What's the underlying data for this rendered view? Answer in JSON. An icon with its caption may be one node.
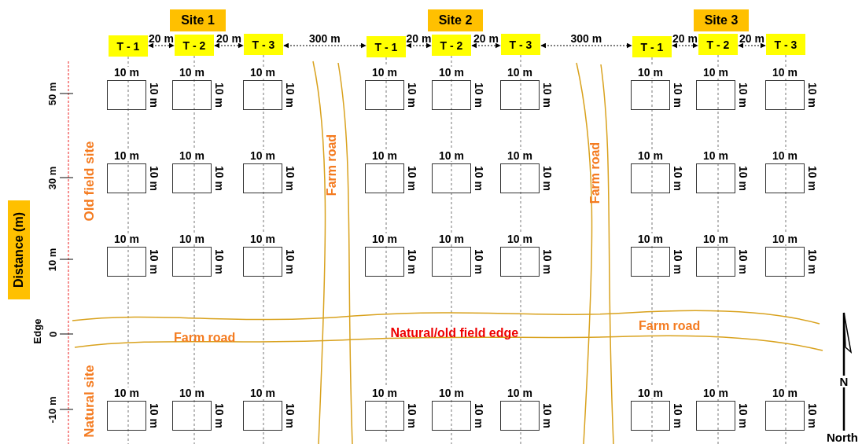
{
  "diagram": {
    "nodes": [
      {
        "text": [
          "Site 1"
        ]
      },
      {
        "text": [
          "Site 2"
        ]
      },
      {
        "text": [
          "Site 3"
        ]
      },
      {
        "text": [
          "T - 1"
        ]
      },
      {
        "text": [
          "T - 2"
        ]
      },
      {
        "text": [
          "T - 3"
        ]
      },
      {
        "text": [
          "T - 1"
        ]
      },
      {
        "text": [
          "T - 2"
        ]
      },
      {
        "text": [
          "T - 3"
        ]
      },
      {
        "text": [
          "T - 1"
        ]
      },
      {
        "text": [
          "T - 2"
        ]
      },
      {
        "text": [
          "T - 3"
        ]
      },
      {
        "text": [
          "Distance (m)"
        ]
      },
      {
        "text": [],
        "shape": "box",
        "beside": [
          "10 m",
          "10 m"
        ]
      },
      {
        "text": [],
        "shape": "box",
        "beside": [
          "10 m",
          "10 m"
        ]
      },
      {
        "text": [],
        "shape": "box",
        "beside": [
          "10 m",
          "10 m"
        ]
      },
      {
        "text": [],
        "shape": "box",
        "beside": [
          "10 m",
          "10 m"
        ]
      },
      {
        "text": [],
        "shape": "box",
        "beside": [
          "10 m",
          "10 m"
        ]
      },
      {
        "text": [],
        "shape": "box",
        "beside": [
          "10 m",
          "10 m"
        ]
      },
      {
        "text": [],
        "shape": "box",
        "beside": [
          "10 m",
          "10 m"
        ]
      },
      {
        "text": [],
        "shape": "box",
        "beside": [
          "10 m",
          "10 m"
        ]
      },
      {
        "text": [],
        "shape": "box",
        "beside": [
          "10 m",
          "10 m"
        ]
      },
      {
        "text": [],
        "shape": "box",
        "beside": [
          "10 m",
          "10 m"
        ]
      },
      {
        "text": [],
        "shape": "box",
        "beside": [
          "10 m",
          "10 m"
        ]
      },
      {
        "text": [],
        "shape": "box",
        "beside": [
          "10 m",
          "10 m"
        ]
      },
      {
        "text": [],
        "shape": "box",
        "beside": [
          "10 m",
          "10 m"
        ]
      },
      {
        "text": [],
        "shape": "box",
        "beside": [
          "10 m",
          "10 m"
        ]
      },
      {
        "text": [],
        "shape": "box",
        "beside": [
          "10 m",
          "10 m"
        ]
      },
      {
        "text": [],
        "shape": "box",
        "beside": [
          "10 m",
          "10 m"
        ]
      },
      {
        "text": [],
        "shape": "box",
        "beside": [
          "10 m",
          "10 m"
        ]
      },
      {
        "text": [],
        "shape": "box",
        "beside": [
          "10 m",
          "10 m"
        ]
      },
      {
        "text": [],
        "shape": "box",
        "beside": [
          "10 m",
          "10 m"
        ]
      },
      {
        "text": [],
        "shape": "box",
        "beside": [
          "10 m",
          "10 m"
        ]
      },
      {
        "text": [],
        "shape": "box",
        "beside": [
          "10 m",
          "10 m"
        ]
      },
      {
        "text": [],
        "shape": "box",
        "beside": [
          "10 m",
          "10 m"
        ]
      },
      {
        "text": [],
        "shape": "box",
        "beside": [
          "10 m",
          "10 m"
        ]
      },
      {
        "text": [],
        "shape": "box",
        "beside": [
          "10 m",
          "10 m"
        ]
      },
      {
        "text": [],
        "shape": "box",
        "beside": [
          "10 m",
          "10 m"
        ]
      },
      {
        "text": [],
        "shape": "box",
        "beside": [
          "10 m",
          "10 m"
        ]
      },
      {
        "text": [],
        "shape": "box",
        "beside": [
          "10 m",
          "10 m"
        ]
      },
      {
        "text": [],
        "shape": "box",
        "beside": [
          "10 m",
          "10 m"
        ]
      },
      {
        "text": [],
        "shape": "box",
        "beside": [
          "10 m",
          "10 m"
        ]
      },
      {
        "text": [],
        "shape": "box",
        "beside": [
          "10 m",
          "10 m"
        ]
      },
      {
        "text": [],
        "shape": "box",
        "beside": [
          "10 m",
          "10 m"
        ]
      },
      {
        "text": [],
        "shape": "box",
        "beside": [
          "10 m",
          "10 m"
        ]
      },
      {
        "text": [],
        "shape": "box",
        "beside": [
          "10 m",
          "10 m"
        ]
      },
      {
        "text": [],
        "shape": "box",
        "beside": [
          "10 m",
          "10 m"
        ]
      },
      {
        "text": [],
        "shape": "box",
        "beside": [
          "10 m",
          "10 m"
        ]
      },
      {
        "text": [],
        "shape": "box",
        "beside": [
          "10 m",
          "10 m"
        ]
      }
    ],
    "edges": [
      {
        "from": 3,
        "to": 4,
        "arrow": "both",
        "label": "20 m",
        "style": "dashed"
      },
      {
        "from": 4,
        "to": 5,
        "arrow": "both",
        "label": "20 m",
        "style": "dashed"
      },
      {
        "from": 5,
        "to": 6,
        "arrow": "both",
        "label": "300 m",
        "style": "dashed"
      },
      {
        "from": 6,
        "to": 7,
        "arrow": "both",
        "label": "20 m",
        "style": "dashed"
      },
      {
        "from": 7,
        "to": 8,
        "arrow": "both",
        "label": "20 m",
        "style": "dashed"
      },
      {
        "from": 8,
        "to": 9,
        "arrow": "both",
        "label": "300 m",
        "style": "dashed"
      },
      {
        "from": 9,
        "to": 10,
        "arrow": "both",
        "label": "20 m",
        "style": "dashed"
      },
      {
        "from": 10,
        "to": 11,
        "arrow": "both",
        "label": "20 m",
        "style": "dashed"
      }
    ],
    "labels": [
      "50 m",
      "Old field site",
      "Farm road",
      "Farm road",
      "30 m",
      "10 m",
      "Farm road",
      "Edge",
      "0",
      "Farm road",
      "Natural/old field edge",
      "N",
      "-10 m",
      "Natural site",
      "North"
    ]
  }
}
